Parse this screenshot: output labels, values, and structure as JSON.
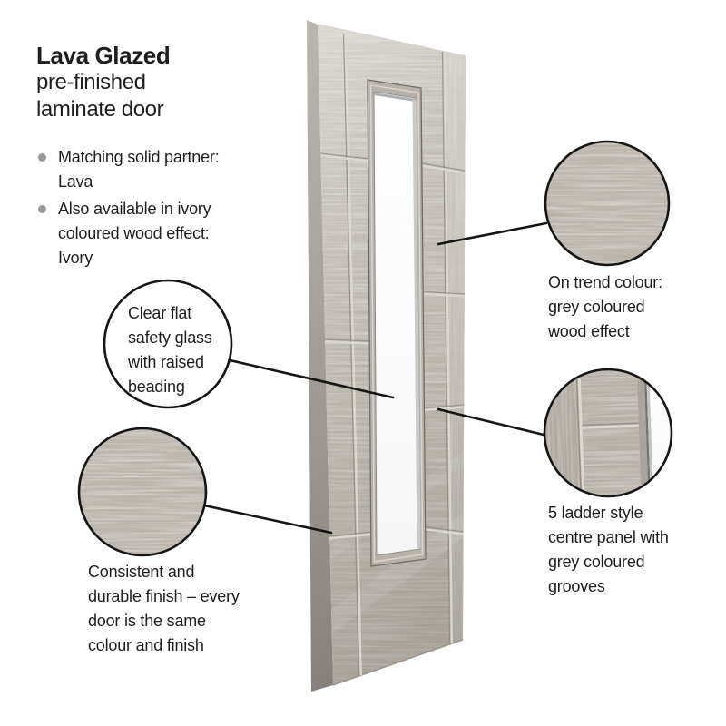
{
  "title": {
    "heading": "Lava Glazed",
    "subtitle_lines": [
      "pre-finished",
      "laminate door"
    ]
  },
  "bullets": [
    {
      "lines": [
        "Matching solid partner:",
        "Lava"
      ]
    },
    {
      "lines": [
        "Also available in ivory",
        "coloured wood effect:",
        "Ivory"
      ]
    }
  ],
  "callouts": {
    "glass": {
      "lines": [
        "Clear flat",
        "safety glass",
        "with raised",
        "beading"
      ]
    },
    "colour": {
      "lines": [
        "On trend colour:",
        "grey coloured",
        "wood effect"
      ]
    },
    "panel": {
      "lines": [
        "5 ladder style",
        "centre panel with",
        "grey coloured",
        "grooves"
      ]
    },
    "finish": {
      "lines": [
        "Consistent and",
        "durable finish – every",
        "door is the same",
        "colour and finish"
      ]
    }
  },
  "colors": {
    "text": "#201d1d",
    "bullet_dot": "#9b9996",
    "callout_line": "#151515",
    "wood_base": "#c1bcb4",
    "wood_dark": "#a39d95",
    "groove_light": "#dcd8d2",
    "groove_dark": "#8e8880",
    "glass_white": "#ffffff"
  }
}
